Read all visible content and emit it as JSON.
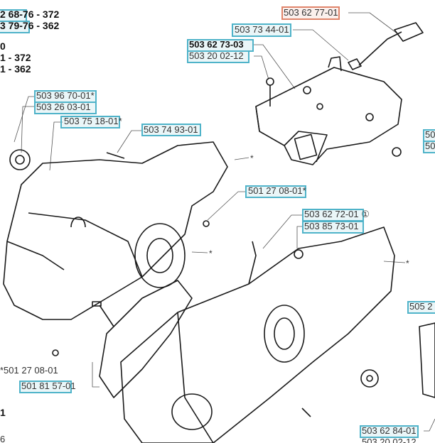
{
  "colors": {
    "highlight": "#4fb3c9",
    "selected": "#e0846a",
    "line": "#1a1a1a"
  },
  "header": {
    "model_lines": [
      "2 68-76 - 372",
      "3 79-76 - 362"
    ],
    "other_lines": [
      "0",
      "1 - 372",
      "1 - 362"
    ]
  },
  "parts": {
    "p1": "503 96 70-01*",
    "p2": "503 26 03-01",
    "p3": "503 75 18-01*",
    "p4": "503 74 93-01",
    "p5": "503 62 77-01",
    "p6": "503 73 44-01",
    "p7": "503 62 73-03",
    "p8": "503 20 02-12",
    "p9": "50",
    "p10": "50",
    "p11": "501 27 08-01*",
    "p12": "503 62 72-01 ①",
    "p13": "503 85 73-01",
    "p14": "505 2",
    "p15": "*501 27 08-01",
    "p16": "501 81 57-01",
    "p17": "503 62 84-01",
    "p18": "503 20 02-12",
    "left_1": "1",
    "left_6": "6"
  },
  "asterisk": "*"
}
